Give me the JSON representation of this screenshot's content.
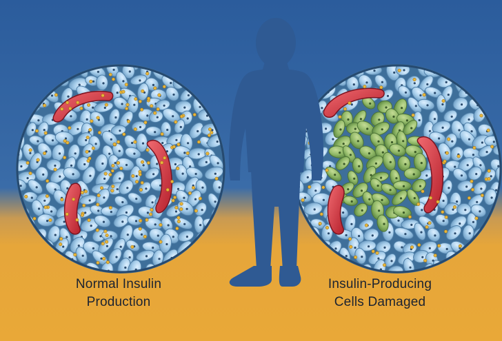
{
  "captions": {
    "left": {
      "line1": "Normal Insulin",
      "line2": "Production"
    },
    "right": {
      "line1": "Insulin-Producing",
      "line2": "Cells Damaged"
    }
  },
  "colors": {
    "sky_top": "#2d5f9c",
    "ground": "#e5a73a",
    "silhouette": "#2f5a93",
    "cell": "#a9d0ec",
    "cell_edge": "#5d8fba",
    "vessel": "#d83a45",
    "insulin_dot": "#e8b53a",
    "damaged_cell": "#7fae5c"
  }
}
